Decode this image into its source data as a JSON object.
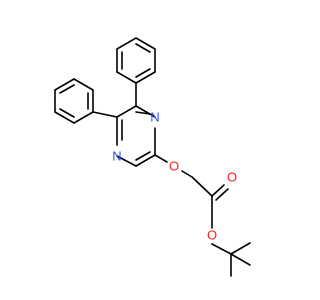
{
  "molecule": {
    "atoms": {
      "n1": "N",
      "n2": "N",
      "o_ether": "O",
      "o_carbonyl": "O",
      "o_ester": "O"
    }
  },
  "colors": {
    "bond": "#000000",
    "nitrogen": "#3050F8",
    "oxygen": "#FF2020",
    "background": "#FFFFFF"
  }
}
